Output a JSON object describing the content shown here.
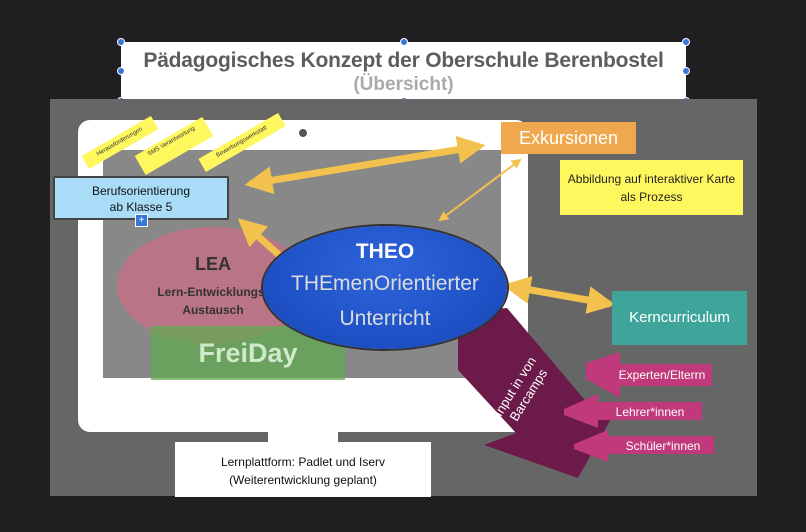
{
  "title": {
    "main": "Pädagogisches Konzept der Oberschule Berenbostel",
    "sub": "(Übersicht)"
  },
  "berufsorientierung": {
    "line1": "Berufsorientierung",
    "line2": "ab Klasse 5"
  },
  "sticky_notes": [
    "Herausforderungen",
    "SMS Verantwortung",
    "Bewerbungswerkstatt"
  ],
  "exkursionen": "Exkursionen",
  "karte_note": {
    "line1": "Abbildung auf interaktiver Karte",
    "line2": "als Prozess"
  },
  "lea": {
    "title": "LEA",
    "line1": "Lern-Entwicklungs-",
    "line2": "Austausch"
  },
  "theo": {
    "title": "THEO",
    "line1": "THEmenOrientierter",
    "line2": "Unterricht"
  },
  "freiday": "FreiDay",
  "kerncurriculum": "Kerncurriculum",
  "barcamps": {
    "line1": "Input in von",
    "line2": "Barcamps"
  },
  "inputs": [
    "Experten/Elterrn",
    "Lehrer*innen",
    "Schüler*innen"
  ],
  "lernplattform": {
    "line1": "Lernplattform: Padlet und Iserv",
    "line2": "(Weiterentwicklung geplant)"
  },
  "colors": {
    "background": "#1f1f21",
    "canvas": "#666666",
    "arrow": "#f2c14e",
    "theo": "#1f52c8",
    "lea": "#ca6e84",
    "freiday": "#61aa52",
    "kerncurriculum": "#3fa49a",
    "barcamp": "#6b1a4a",
    "input_arrows": "#c0397a",
    "sticky": "#fff75e",
    "exkursionen": "#f0a84f",
    "berufsorientierung": "#a8dcf7"
  },
  "icons": [
    "plus-icon",
    "selection-handle"
  ]
}
